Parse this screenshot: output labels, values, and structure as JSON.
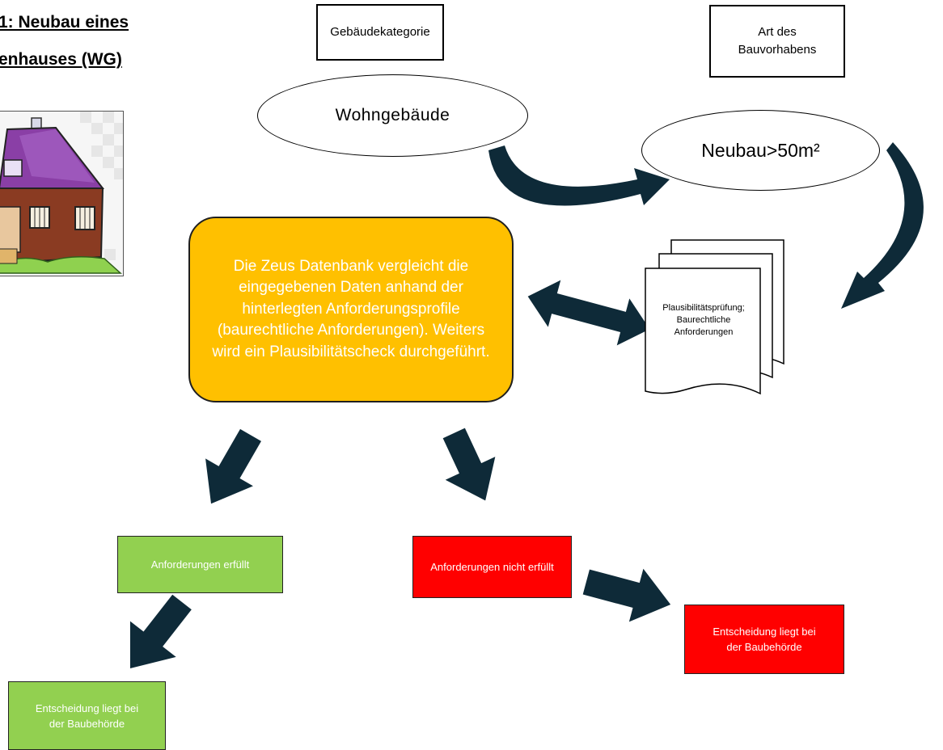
{
  "title": {
    "line1": "1: Neubau eines",
    "line2": "enhauses (WG)"
  },
  "category_box": {
    "label": "Gebäudekategorie"
  },
  "project_type_box": {
    "label": "Art des Bauvorhabens"
  },
  "building_ellipse": {
    "text": "Wohngebäude"
  },
  "construction_ellipse": {
    "text": "Neubau>50m²"
  },
  "process_box": {
    "text": "Die Zeus Datenbank vergleicht die eingegebenen Daten anhand der hinterlegten Anforderungsprofile (baurechtliche Anforderungen). Weiters wird ein Plausibilitätscheck durchgeführt."
  },
  "document_stack": {
    "text": "Plausibilitätsprüfung; Baurechtliche Anforderungen"
  },
  "results": {
    "fulfilled": "Anforderungen erfüllt",
    "not_fulfilled": "Anforderungen nicht erfüllt",
    "decision_left": "Entscheidung liegt bei der Baubehörde",
    "decision_right": "Entscheidung liegt bei der Baubehörde"
  },
  "colors": {
    "process_fill": "#FFC000",
    "fulfilled_fill": "#92D050",
    "not_fulfilled_fill": "#FF0000",
    "arrow_fill": "#0E2A38"
  },
  "icons": {
    "house": "house-illustration-icon"
  }
}
